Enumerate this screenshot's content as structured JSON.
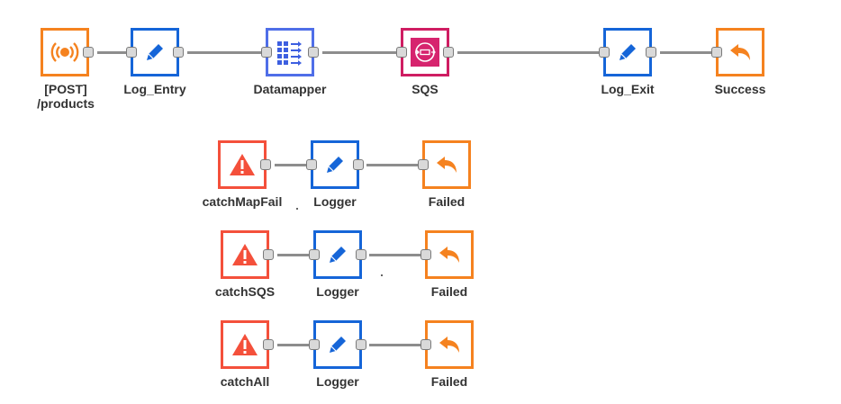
{
  "flow": {
    "main": {
      "trigger_label": "[POST]\n/products",
      "log_entry_label": "Log_Entry",
      "datamapper_label": "Datamapper",
      "sqs_label": "SQS",
      "log_exit_label": "Log_Exit",
      "success_label": "Success"
    },
    "catch_map_fail": {
      "catch_label": "catchMapFail",
      "logger_label": "Logger",
      "failed_label": "Failed"
    },
    "catch_sqs": {
      "catch_label": "catchSQS",
      "logger_label": "Logger",
      "failed_label": "Failed"
    },
    "catch_all": {
      "catch_label": "catchAll",
      "logger_label": "Logger",
      "failed_label": "Failed"
    }
  },
  "colors": {
    "trigger_orange": "#f5821f",
    "logger_blue": "#1565d8",
    "catch_red": "#f4503b",
    "datamapper_violet": "#4f6ee8",
    "sqs_magenta": "#cf1d62",
    "wire_gray": "#8d8d8d"
  },
  "icons": {
    "trigger": "broadcast-icon",
    "logger": "pencil-icon",
    "datamapper": "datamapper-icon",
    "sqs": "sqs-icon",
    "response": "reply-arrow-icon",
    "catch": "warning-triangle-icon"
  }
}
